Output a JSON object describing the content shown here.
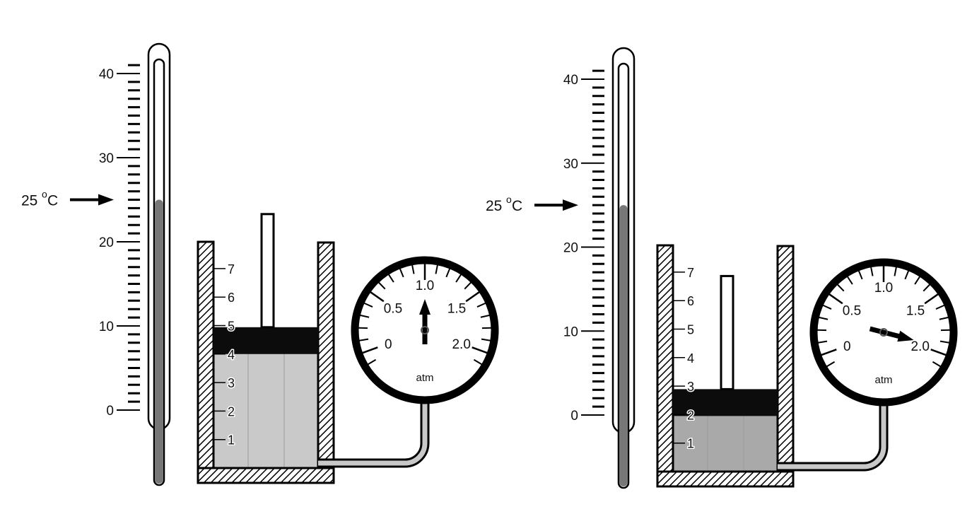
{
  "panels": [
    {
      "temperature": 25,
      "temp_value": "25",
      "temp_deg": "o",
      "temp_unit": "C",
      "thermometer_labels": [
        "0",
        "10",
        "20",
        "30",
        "40"
      ],
      "cylinder_scale_labels": [
        "1",
        "2",
        "3",
        "4",
        "5",
        "6",
        "7"
      ],
      "volume": 4,
      "gauge_labels": [
        "0",
        "0.5",
        "1.0",
        "1.5",
        "2.0"
      ],
      "gauge_unit": "atm",
      "pressure": 1.0,
      "gas_color": "#c9c9c9"
    },
    {
      "temperature": 25,
      "temp_value": "25",
      "temp_deg": "o",
      "temp_unit": "C",
      "thermometer_labels": [
        "0",
        "10",
        "20",
        "30",
        "40"
      ],
      "cylinder_scale_labels": [
        "1",
        "2",
        "3",
        "4",
        "5",
        "6",
        "7"
      ],
      "volume": 1.95,
      "gauge_labels": [
        "0",
        "0.5",
        "1.0",
        "1.5",
        "2.0"
      ],
      "gauge_unit": "atm",
      "pressure": 1.95,
      "gas_color": "#a9a9a9"
    }
  ]
}
